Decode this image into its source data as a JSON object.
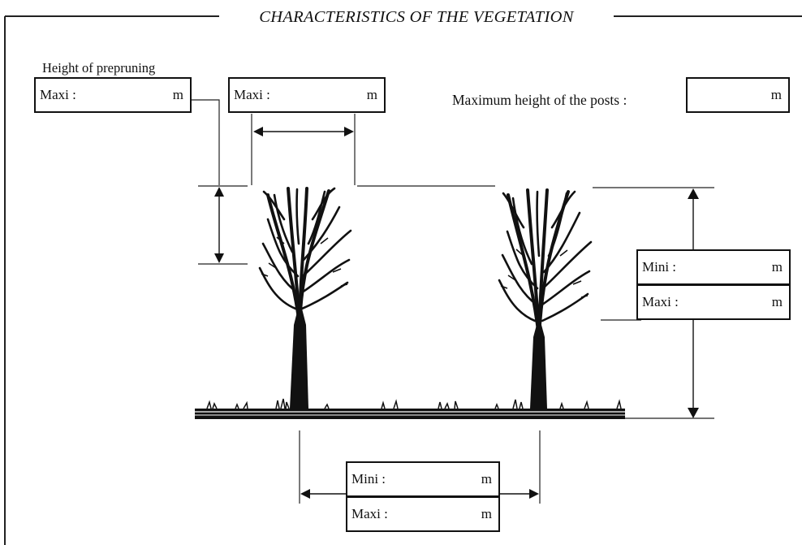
{
  "title": "CHARACTERISTICS OF THE VEGETATION",
  "prepruning": {
    "caption": "Height of prepruning",
    "maxi_label": "Maxi :",
    "unit": "m"
  },
  "crown_width": {
    "maxi_label": "Maxi :",
    "unit": "m"
  },
  "posts": {
    "label": "Maximum height of the posts :",
    "unit": "m"
  },
  "vine_height": {
    "mini_label": "Mini :",
    "maxi_label": "Maxi :",
    "unit": "m"
  },
  "row_spacing": {
    "mini_label": "Mini :",
    "maxi_label": "Maxi :",
    "unit": "m"
  },
  "illustration": "pruned-tree-icon"
}
